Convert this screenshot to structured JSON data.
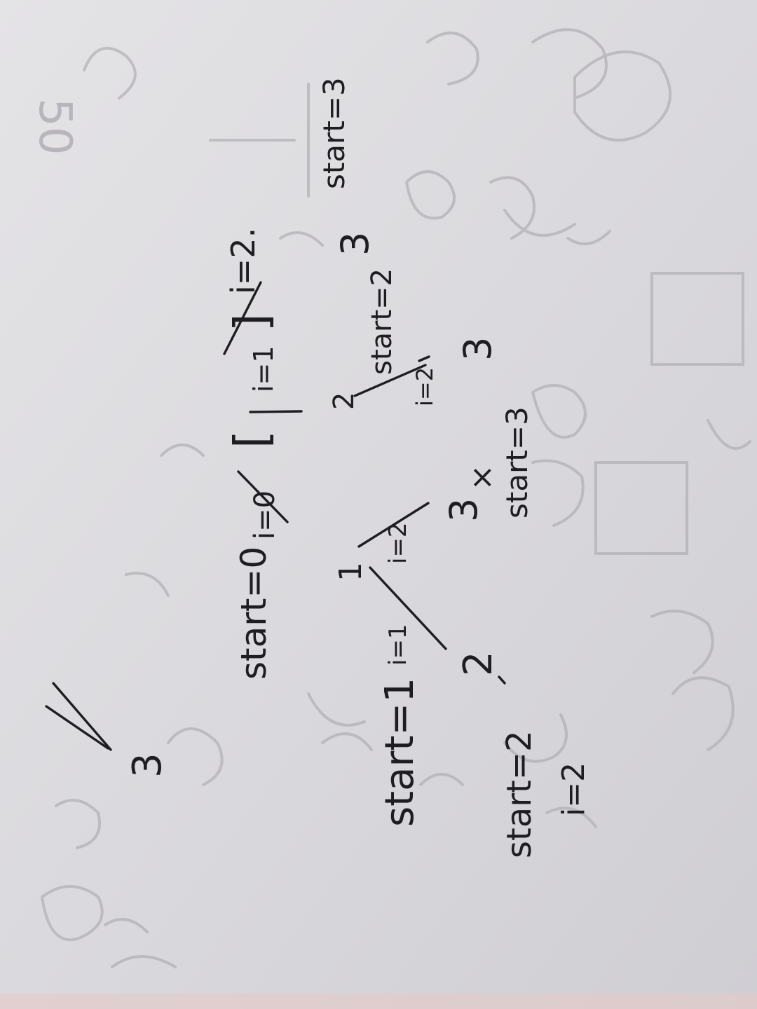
{
  "photo": {
    "paper_color": "#dcdbde",
    "ink_color": "#1e1e22",
    "bleed_color": "#a9a7ad"
  },
  "notes": {
    "root": "[ ]",
    "start_0": "start=0",
    "start_1": "start=1",
    "start_2_left": "start=2",
    "start_2_middle": "start=2",
    "start_3_bottom": "start=3",
    "start_3_right": "start=3",
    "branch_i0": "i=0",
    "branch_i1_top": "i=1",
    "branch_i2_top": "i=2.",
    "branch_i1_middle": "i=1",
    "branch_i2_middle": "i=2",
    "branch_i2_left": "i=2",
    "branch_i2_lower": "i=2",
    "node_1": "1",
    "node_2_top": "2",
    "node_3_top": "3",
    "node_2_mid": "2",
    "node_3_mid": "3",
    "node_3_right": "3",
    "node_3_left": "3",
    "cross_mark": "×",
    "faint_number": "50"
  }
}
